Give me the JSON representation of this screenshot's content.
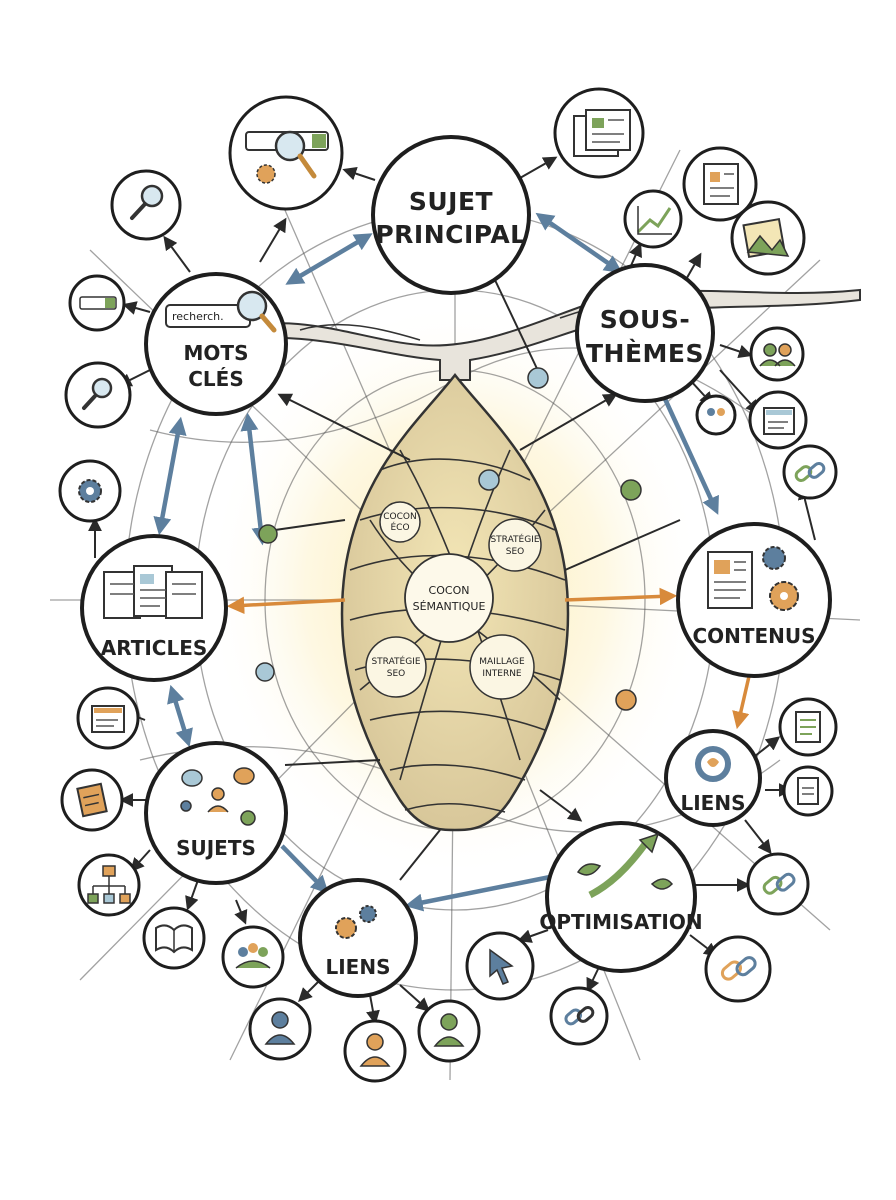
{
  "diagram": {
    "center": {
      "title_line1": "COCON",
      "title_line2": "SÉMANTIQUE",
      "inner_labels": {
        "top_left_line1": "COCON",
        "top_left_line2": "ÉCO",
        "top_right_line1": "STRATÉGIE",
        "top_right_line2": "SEO",
        "bottom_left_line1": "STRATÉGIE",
        "bottom_left_line2": "SEO",
        "bottom_right_line1": "MAILLAGE",
        "bottom_right_line2": "INTERNE"
      }
    },
    "nodes": {
      "sujet_principal": {
        "line1": "SUJET",
        "line2": "PRINCIPAL"
      },
      "mots_cles": {
        "line1": "MOTS",
        "line2": "CLÉS",
        "search_text": "recherch."
      },
      "sous_themes": {
        "line1": "SOUS-",
        "line2": "THÈMES"
      },
      "articles": {
        "label": "ARTICLES"
      },
      "contenus": {
        "label": "CONTENUS"
      },
      "sujets": {
        "label": "SUJETS"
      },
      "liens_bottom": {
        "label": "LIENS"
      },
      "liens_right": {
        "label": "LIENS"
      },
      "optimisation": {
        "label": "OPTIMISATION"
      }
    },
    "colors": {
      "blue_arrow": "#5d7f9e",
      "orange_arrow": "#d88a3b",
      "green_dot": "#7da35a",
      "blue_dot": "#a9c8d6",
      "orange_dot": "#e0a25a",
      "glow": "#fbe9a6"
    },
    "satellite_icons": [
      "search-keyword-icon",
      "magnifier-icon",
      "search-bar-icon",
      "magnifier-icon",
      "gear-icon",
      "document-icon",
      "webpage-icon",
      "chart-icon",
      "images-icon",
      "people-icon",
      "users-icon",
      "webpage-icon",
      "link-icon",
      "document-icon",
      "document-icon",
      "link-icon",
      "link-icon",
      "link-icon",
      "link-icon",
      "cursor-icon",
      "person-icon",
      "person-icon",
      "person-icon",
      "people-icon",
      "book-icon",
      "hierarchy-icon",
      "note-icon",
      "webpage-icon"
    ]
  }
}
